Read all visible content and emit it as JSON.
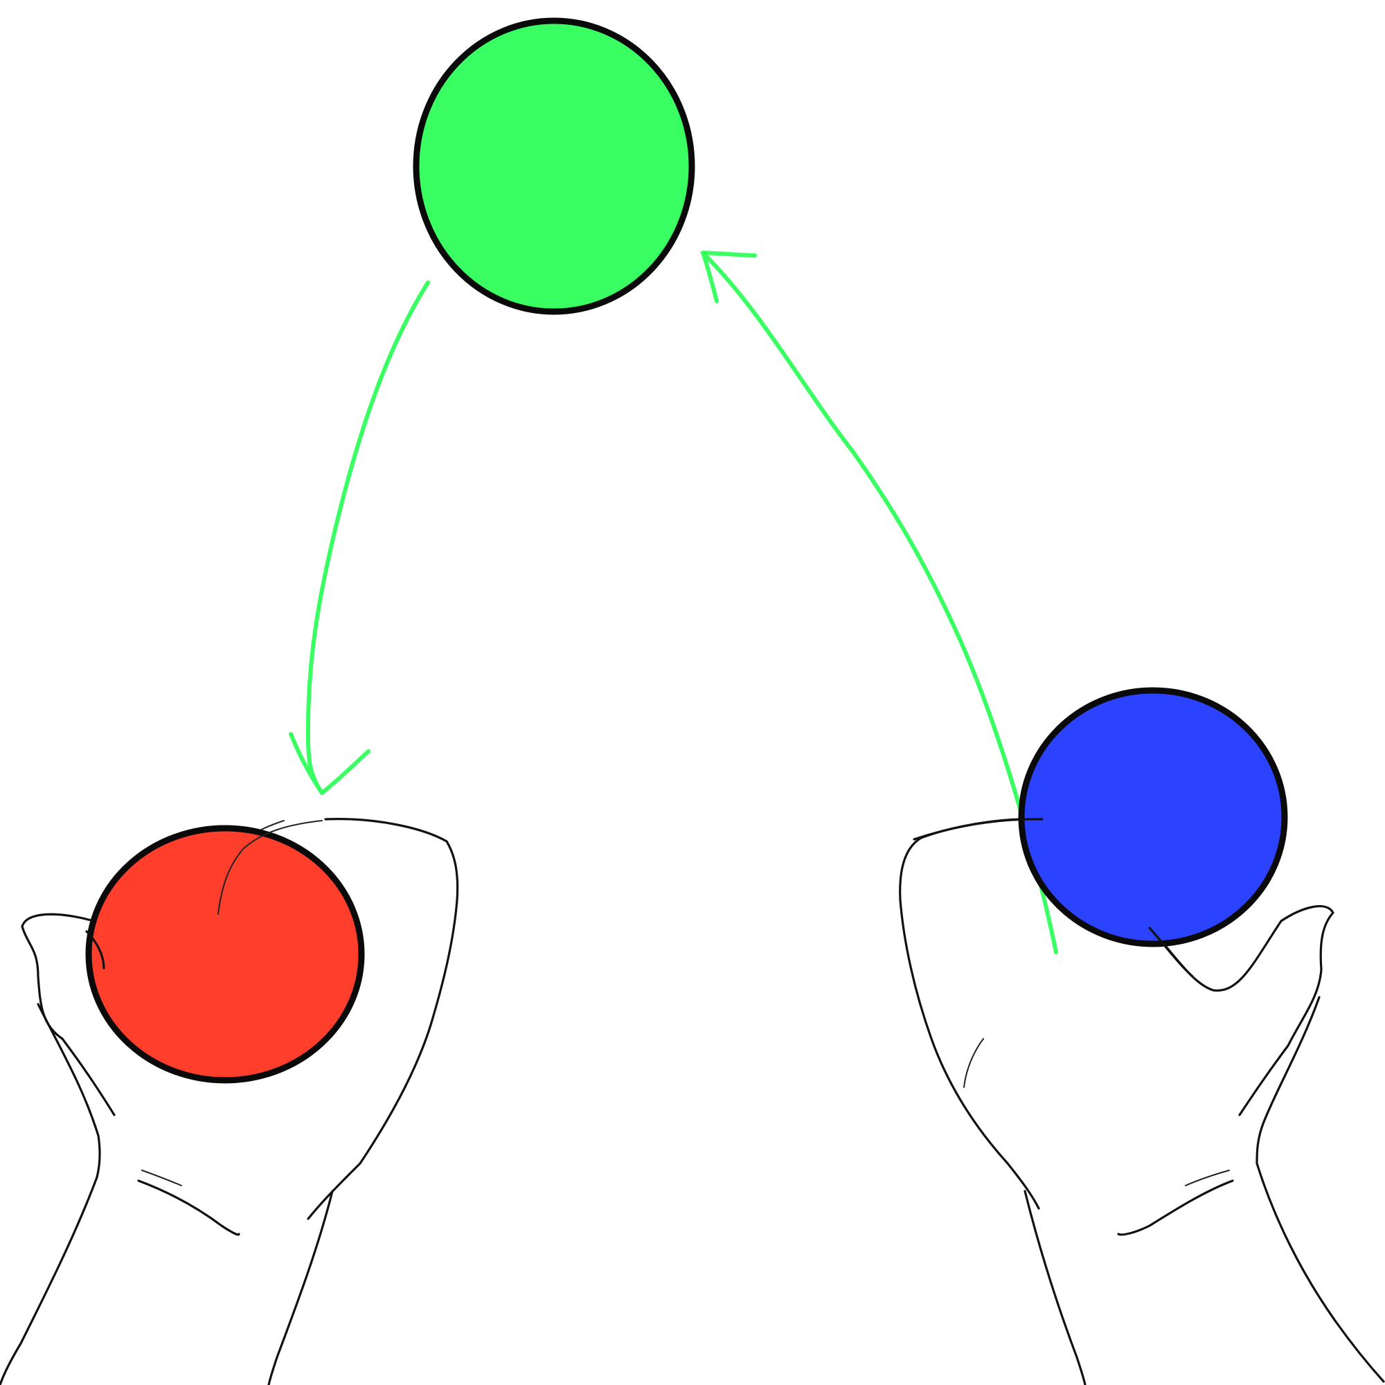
{
  "diagram": {
    "balls": [
      {
        "id": "green",
        "color": "#39ff62",
        "label_icon": "green-ball"
      },
      {
        "id": "red",
        "color": "#ff3e2b",
        "label_icon": "red-ball"
      },
      {
        "id": "blue",
        "color": "#2b42ff",
        "label_icon": "blue-ball"
      }
    ],
    "arrows": [
      {
        "from": "green",
        "to": "red-hand",
        "color": "#39ff62"
      },
      {
        "from": "blue-hand",
        "to": "green",
        "color": "#39ff62"
      }
    ],
    "hands": [
      {
        "side": "left",
        "holding": "red"
      },
      {
        "side": "right",
        "holding": "blue"
      }
    ],
    "outline_color": "#0a0a0a",
    "background_color": "#ffffff"
  }
}
